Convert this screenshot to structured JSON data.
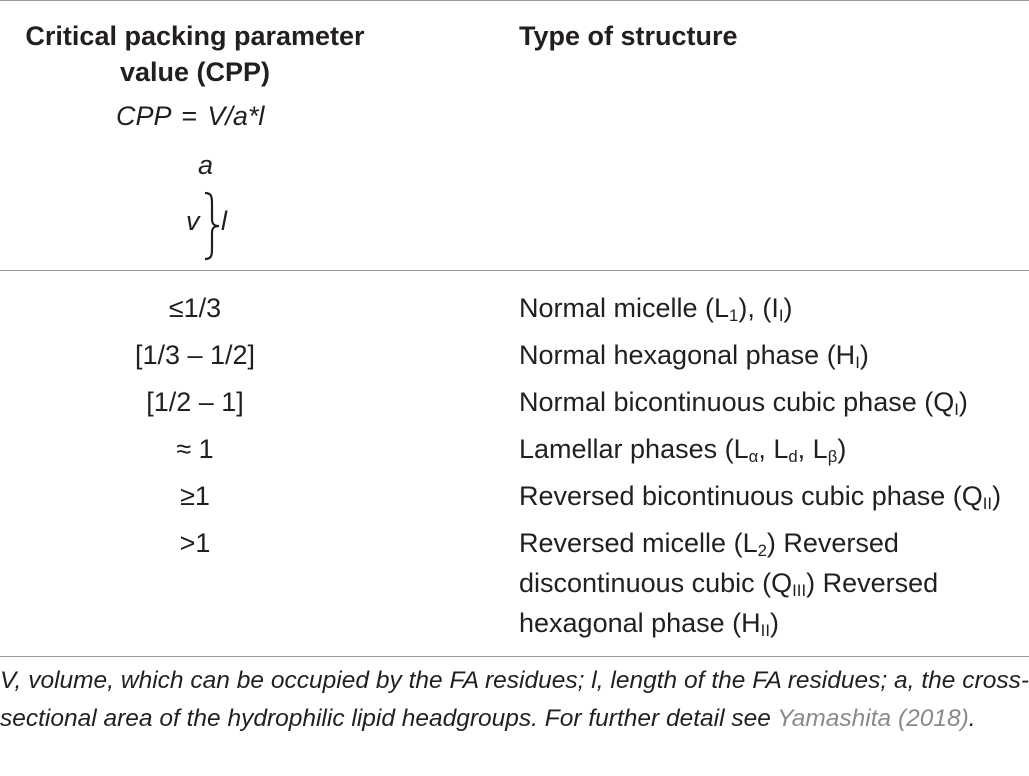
{
  "header": {
    "col1_line1": "Critical packing parameter",
    "col1_line2": "value (CPP)",
    "col2": "Type of structure",
    "formula_lhs": "CPP",
    "formula_eq": "=",
    "formula_rhs": "V/a*l",
    "diagram_a": "a",
    "diagram_v": "v",
    "diagram_l": "l"
  },
  "rows": [
    {
      "value": "≤1/3",
      "s": [
        "Normal micelle (L",
        "1",
        "), (I",
        "I",
        ")"
      ]
    },
    {
      "value": "[1/3 – 1/2]",
      "s": [
        "Normal hexagonal phase (H",
        "I",
        ")"
      ]
    },
    {
      "value": "[1/2 – 1]",
      "s": [
        "Normal bicontinuous cubic phase (Q",
        "I",
        ")"
      ]
    },
    {
      "value": "≈ 1",
      "s": [
        "Lamellar phases (L",
        "α",
        ", L",
        "d",
        ", L",
        "β",
        ")"
      ]
    },
    {
      "value": "≥1",
      "s": [
        "Reversed bicontinuous cubic phase (Q",
        "II",
        ")"
      ]
    },
    {
      "value": ">1",
      "s": [
        "Reversed micelle (L",
        "2",
        ") Reversed",
        "discontinuous cubic (Q",
        "III",
        ") Reversed",
        "hexagonal phase (H",
        "II",
        ")"
      ]
    }
  ],
  "footnote": {
    "text": "V, volume, which can be occupied by the FA residues; l, length of the FA residues; a, the cross-sectional area of the hydrophilic lipid headgroups. For further detail see ",
    "ref": "Yamashita (2018)",
    "end": "."
  }
}
